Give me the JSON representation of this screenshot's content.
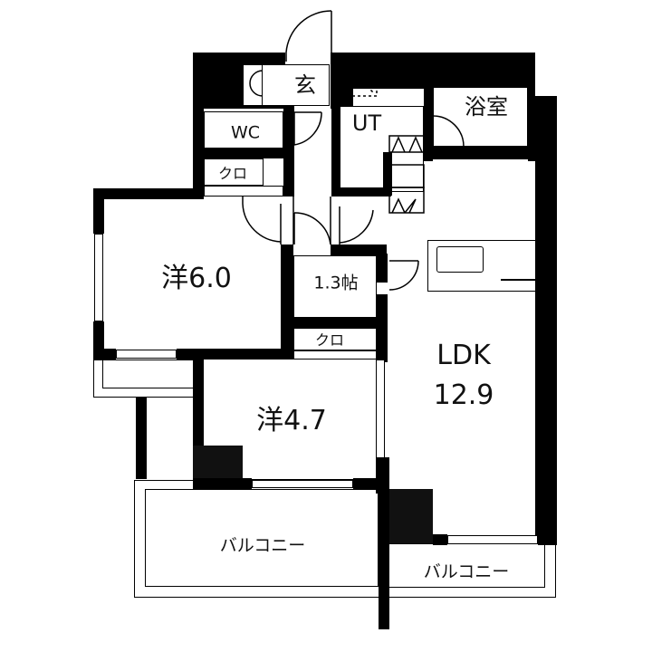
{
  "floorplan": {
    "rooms": {
      "genkan": {
        "label": "玄"
      },
      "ut": {
        "label": "UT"
      },
      "bath": {
        "label": "浴室"
      },
      "wc": {
        "label": "WC"
      },
      "closet1": {
        "label": "クロ"
      },
      "western1": {
        "label": "洋6.0"
      },
      "storage": {
        "label": "1.3帖"
      },
      "closet2": {
        "label": "クロ"
      },
      "western2": {
        "label": "洋4.7"
      },
      "ldk_name": {
        "label": "LDK"
      },
      "ldk_size": {
        "label": "12.9"
      },
      "balcony1": {
        "label": "バルコニー"
      },
      "balcony2": {
        "label": "バルコニー"
      }
    },
    "colors": {
      "wall": "#000000",
      "background": "#ffffff",
      "text": "#111111"
    }
  }
}
